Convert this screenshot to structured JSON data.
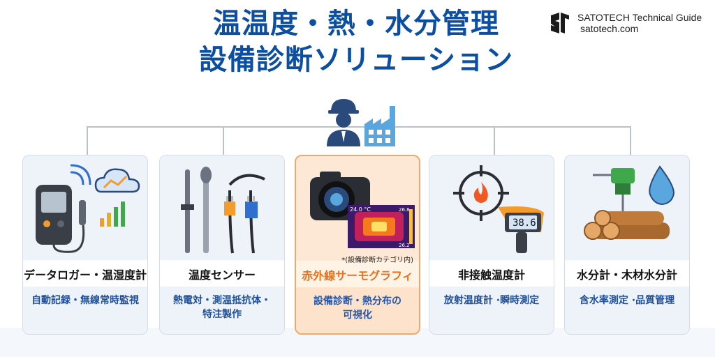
{
  "header": {
    "title_line1": "温温度・熱・水分管理",
    "title_line2": "設備診断ソリューション"
  },
  "brand": {
    "name": "SATOTECH Technical Guide",
    "url": "satotech.com",
    "logo_icon": "st-logo-icon"
  },
  "center_icons": [
    "engineer-icon",
    "factory-icon"
  ],
  "cards": [
    {
      "label": "データロガー・温湿度計",
      "sub_line1": "自動記録・無線常時監視",
      "sub_line2": "",
      "icons": [
        "data-logger-icon",
        "wireless-signal-icon",
        "cloud-chart-icon",
        "bar-chart-icon"
      ]
    },
    {
      "label": "温度センサー",
      "sub_line1": "熱電対・測温抵抗体・",
      "sub_line2": "特注製作",
      "icons": [
        "thermocouple-probe-icon",
        "connector-plug-icon"
      ]
    },
    {
      "label": "赤外線サーモグラフィ",
      "sub_line1": "設備診断・熱分布の",
      "sub_line2": "可視化",
      "icons": [
        "thermal-camera-icon",
        "thermal-image-icon"
      ],
      "caption": "*(設備診断カテゴリ内)",
      "thermal_max": "26.8",
      "thermal_min": "26.2",
      "thermal_temp": "24.0 °C"
    },
    {
      "label": "非接触温度計",
      "sub_line1": "放射温度計 ·瞬時測定",
      "sub_line2": "",
      "icons": [
        "target-flame-icon",
        "infrared-thermometer-icon"
      ],
      "display": "38.6"
    },
    {
      "label": "水分計・木材水分計",
      "sub_line1": "含水率測定 ·品質管理",
      "sub_line2": "",
      "icons": [
        "moisture-meter-icon",
        "water-drop-icon",
        "lumber-stack-icon"
      ]
    }
  ],
  "colors": {
    "title": "#0b4ea2",
    "highlight_border": "#f4a66a",
    "highlight_label": "#e8711d",
    "sub_text": "#1e4f9a"
  }
}
